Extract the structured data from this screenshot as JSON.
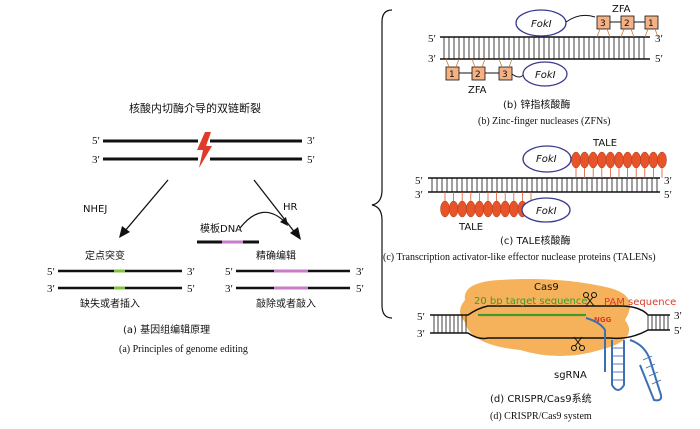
{
  "panel_a": {
    "title_cn": "核酸内切酶介导的双链断裂",
    "end_5p": "5′",
    "end_3p": "3′",
    "nhej": "NHEJ",
    "hr": "HR",
    "template_dna": "模板DNA",
    "point_mutation": "定点突变",
    "deletion_insertion": "缺失或者插入",
    "precise_edit": "精确编辑",
    "knockout_knockin": "敲除或者敲入",
    "caption_cn": "(a)  基因组编辑原理",
    "caption_en": "(a)  Principles of genome editing"
  },
  "panel_b": {
    "zfa": "ZFA",
    "foki": "FokI",
    "fingers_top": [
      "3",
      "2",
      "1"
    ],
    "fingers_bottom": [
      "1",
      "2",
      "3"
    ],
    "caption_cn": "(b)  锌指核酸酶",
    "caption_en": "(b)  Zinc-finger nucleases (ZFNs)"
  },
  "panel_c": {
    "tale": "TALE",
    "foki": "FokI",
    "caption_cn": "(c)  TALE核酸酶",
    "caption_en": "(c)  Transcription activator-like effector nuclease proteins (TALENs)"
  },
  "panel_d": {
    "cas9": "Cas9",
    "target": "20 bp target sequence",
    "pam": "PAM sequence",
    "ngg": "NGG",
    "sgrna": "sgRNA",
    "caption_cn": "(d)  CRISPR/Cas9系统",
    "caption_en": "(d)  CRISPR/Cas9 system"
  },
  "colors": {
    "finger_fill": "#f4b183",
    "tale_fill": "#e8542a",
    "foki_stroke": "#3a3a8c",
    "cas9_fill": "#f5b25a",
    "sgrna_blue": "#3c6fb4",
    "mutation_green": "#7dc242",
    "edit_pink": "#c77dc7",
    "cut_red": "#e03a2b",
    "pam_red": "#d93a2b",
    "target_green": "#3f9a2b"
  }
}
